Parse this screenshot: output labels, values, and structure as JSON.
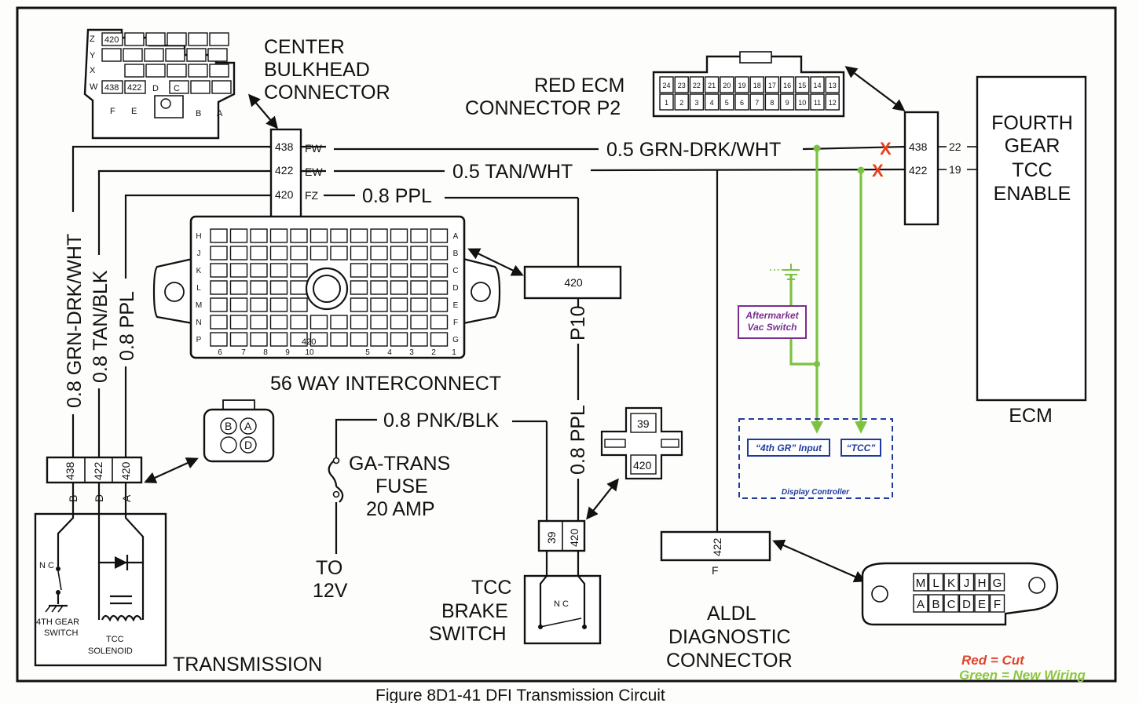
{
  "titles": {
    "center_bulkhead": [
      "CENTER",
      "BULKHEAD",
      "CONNECTOR"
    ],
    "red_ecm": [
      "RED ECM",
      "CONNECTOR P2"
    ],
    "ecm_module": [
      "FOURTH",
      "GEAR",
      "TCC",
      "ENABLE"
    ],
    "ecm_label": "ECM",
    "interconnect": "56 WAY INTERCONNECT",
    "fuse": [
      "GA-TRANS",
      "FUSE",
      "20 AMP"
    ],
    "to12v": [
      "TO",
      "12V"
    ],
    "brake_switch": [
      "TCC",
      "BRAKE",
      "SWITCH"
    ],
    "aldl": [
      "ALDL",
      "DIAGNOSTIC",
      "CONNECTOR"
    ],
    "transmission": "TRANSMISSION",
    "figure_caption": "Figure 8D1-41 DFI Transmission Circuit"
  },
  "wires": {
    "grn_drk_wht": "0.5 GRN-DRK/WHT",
    "tan_wht": "0.5 TAN/WHT",
    "ppl_top": "0.8 PPL",
    "pnk_blk": "0.8 PNK/BLK",
    "v_grn": "0.8 GRN-DRK/WHT",
    "v_tan": "0.8 TAN/BLK",
    "v_ppl": "0.8 PPL",
    "v_ppl2": "0.8 PPL",
    "p10": "P10"
  },
  "pins": {
    "bulkhead_pins": [
      "438",
      "422",
      "420"
    ],
    "bulkhead_letters": [
      "FW",
      "EW",
      "FZ"
    ],
    "ecm_pins": [
      "438",
      "422"
    ],
    "ecm_nums": [
      "22",
      "19"
    ],
    "p10_box": "420",
    "trans_pins": [
      "438",
      "422",
      "420"
    ],
    "trans_letters": [
      "B",
      "D",
      "A"
    ],
    "brake_pins": [
      "39",
      "420"
    ],
    "brake_conn": [
      "39",
      "420"
    ],
    "aldl_pin": "422",
    "aldl_letter": "F",
    "round_conn": [
      "B",
      "A",
      "D"
    ]
  },
  "bulkhead_face": {
    "rows": [
      "Z",
      "Y",
      "X",
      "W"
    ],
    "cells": [
      "420",
      "438",
      "422",
      "D",
      "C"
    ],
    "letters": [
      "F",
      "E",
      "B",
      "A"
    ]
  },
  "ecm_face": {
    "top": [
      "24",
      "23",
      "22",
      "21",
      "20",
      "19",
      "18",
      "17",
      "16",
      "15",
      "14",
      "13"
    ],
    "bottom": [
      "1",
      "2",
      "3",
      "4",
      "5",
      "6",
      "7",
      "8",
      "9",
      "10",
      "11",
      "12"
    ]
  },
  "interconnect_face": {
    "left_rows": [
      "H",
      "J",
      "K",
      "L",
      "M",
      "N",
      "P"
    ],
    "right_rows": [
      "A",
      "B",
      "C",
      "D",
      "E",
      "F",
      "G"
    ],
    "bottom_nums": [
      "6",
      "7",
      "8",
      "9",
      "10",
      "5",
      "4",
      "3",
      "2",
      "1"
    ],
    "pin_label": "420"
  },
  "aldl_face": {
    "top": [
      "M",
      "L",
      "K",
      "J",
      "H",
      "G"
    ],
    "bottom": [
      "A",
      "B",
      "C",
      "D",
      "E",
      "F"
    ]
  },
  "trans_internal": {
    "nc": "N C",
    "gear_switch": [
      "4TH GEAR",
      "SWITCH"
    ],
    "solenoid": [
      "TCC",
      "SOLENOID"
    ]
  },
  "brake_internal": {
    "nc": "N C"
  },
  "mods": {
    "cut_mark": "X",
    "vac_switch": [
      "Aftermarket",
      "Vac Switch"
    ],
    "input_4th": "“4th GR” Input",
    "input_tcc": "“TCC”",
    "display_controller": "Display Controller",
    "legend_red": "Red = Cut",
    "legend_green": "Green = New Wiring"
  },
  "colors": {
    "ink": "#111111",
    "cut_red": "#e8401c",
    "new_green": "#7cc242",
    "vac_purple": "#7a2f8f",
    "display_blue": "#1f3a9e",
    "legend_red": "#e0442a",
    "legend_green": "#8cc63f"
  }
}
